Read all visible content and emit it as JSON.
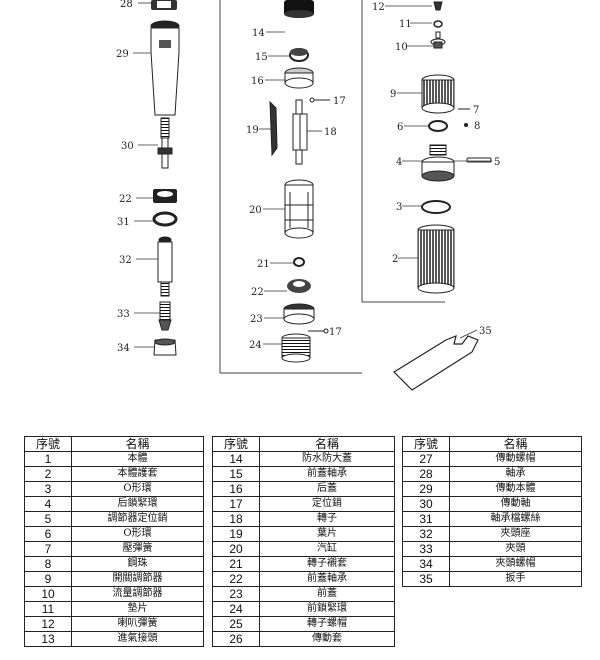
{
  "callouts": {
    "p28": "28",
    "p29": "29",
    "p30": "30",
    "p22a": "22",
    "p31": "31",
    "p32": "32",
    "p33": "33",
    "p34": "34",
    "p14": "14",
    "p15": "15",
    "p16": "16",
    "p17a": "17",
    "p19": "19",
    "p18": "18",
    "p20": "20",
    "p21": "21",
    "p22b": "22",
    "p23": "23",
    "p17b": "17",
    "p24": "24",
    "p12": "12",
    "p11": "11",
    "p10": "10",
    "p9": "9",
    "p7": "7",
    "p8": "8",
    "p6": "6",
    "p4": "4",
    "p5": "5",
    "p3": "3",
    "p2": "2",
    "p35": "35"
  },
  "table": {
    "header_num": "序號",
    "header_name": "名稱",
    "col1": [
      {
        "num": "1",
        "name": "本體"
      },
      {
        "num": "2",
        "name": "本體護套"
      },
      {
        "num": "3",
        "name": "O形環"
      },
      {
        "num": "4",
        "name": "后鎖緊環"
      },
      {
        "num": "5",
        "name": "調節器定位銷"
      },
      {
        "num": "6",
        "name": "O形環"
      },
      {
        "num": "7",
        "name": "壓彈簧"
      },
      {
        "num": "8",
        "name": "鋼珠"
      },
      {
        "num": "9",
        "name": "開關調節器"
      },
      {
        "num": "10",
        "name": "流量調節器"
      },
      {
        "num": "11",
        "name": "墊片"
      },
      {
        "num": "12",
        "name": "喇叭彈簧"
      },
      {
        "num": "13",
        "name": "進氣接頭"
      }
    ],
    "col2": [
      {
        "num": "14",
        "name": "防水防大蓋"
      },
      {
        "num": "15",
        "name": "前蓋軸承"
      },
      {
        "num": "16",
        "name": "后蓋"
      },
      {
        "num": "17",
        "name": "定位銷"
      },
      {
        "num": "18",
        "name": "轉子"
      },
      {
        "num": "19",
        "name": "葉片"
      },
      {
        "num": "20",
        "name": "汽缸"
      },
      {
        "num": "21",
        "name": "轉子襯套"
      },
      {
        "num": "22",
        "name": "前蓋軸承"
      },
      {
        "num": "23",
        "name": "前蓋"
      },
      {
        "num": "24",
        "name": "前鎖緊環"
      },
      {
        "num": "25",
        "name": "轉子螺帽"
      },
      {
        "num": "26",
        "name": "傳動套"
      }
    ],
    "col3": [
      {
        "num": "27",
        "name": "傳動螺帽"
      },
      {
        "num": "28",
        "name": "軸承"
      },
      {
        "num": "29",
        "name": "傳動本體"
      },
      {
        "num": "30",
        "name": "傳動軸"
      },
      {
        "num": "31",
        "name": "軸承檔螺絲"
      },
      {
        "num": "32",
        "name": "夾頭座"
      },
      {
        "num": "33",
        "name": "夾頭"
      },
      {
        "num": "34",
        "name": "夾頭螺帽"
      },
      {
        "num": "35",
        "name": "扳手"
      }
    ]
  }
}
